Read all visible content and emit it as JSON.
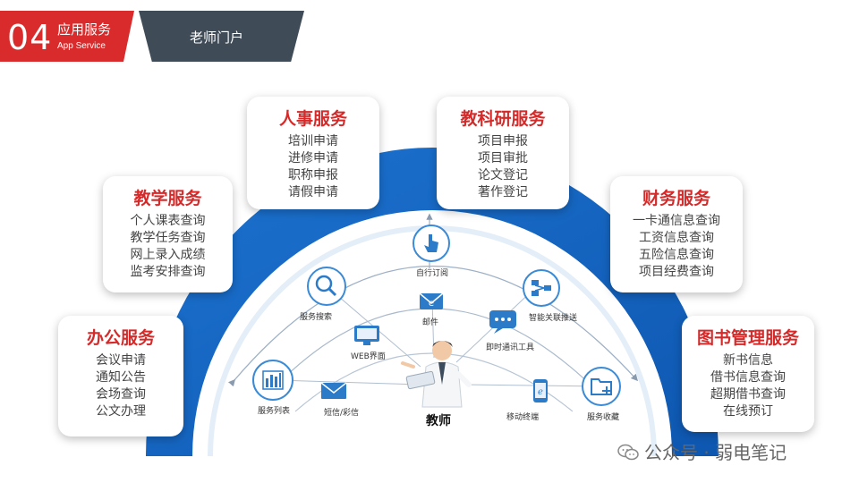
{
  "header": {
    "number": "04",
    "title": "应用服务",
    "subtitle": "App Service",
    "portal": "老师门户"
  },
  "cards": {
    "office": {
      "title": "办公服务",
      "items": [
        "会议申请",
        "通知公告",
        "会场查询",
        "公文办理"
      ]
    },
    "teaching": {
      "title": "教学服务",
      "items": [
        "个人课表查询",
        "教学任务查询",
        "网上录入成绩",
        "监考安排查询"
      ]
    },
    "hr": {
      "title": "人事服务",
      "items": [
        "培训申请",
        "进修申请",
        "职称申报",
        "请假申请"
      ]
    },
    "research": {
      "title": "教科研服务",
      "items": [
        "项目申报",
        "项目审批",
        "论文登记",
        "著作登记"
      ]
    },
    "finance": {
      "title": "财务服务",
      "items": [
        "一卡通信息查询",
        "工资信息查询",
        "五险信息查询",
        "项目经费查询"
      ]
    },
    "library": {
      "title": "图书管理服务",
      "items": [
        "新书信息",
        "借书信息查询",
        "超期借书查询",
        "在线预订"
      ]
    }
  },
  "hub": {
    "teacher": "教师",
    "labels": {
      "service_list": "服务列表",
      "service_search": "服务搜索",
      "web": "WEB界面",
      "sms": "短信/彩信",
      "subscribe": "自行订阅",
      "mail": "邮件",
      "im": "即时通讯工具",
      "smart_push": "智能关联推送",
      "mobile": "移动终端",
      "favorites": "服务收藏"
    }
  },
  "watermark": {
    "text": "公众号 · 弱电笔记"
  },
  "colors": {
    "brand_red": "#d92b2b",
    "dark": "#3f4b56",
    "arc_blue": "#1667c4",
    "title_red": "#d42a2a"
  }
}
